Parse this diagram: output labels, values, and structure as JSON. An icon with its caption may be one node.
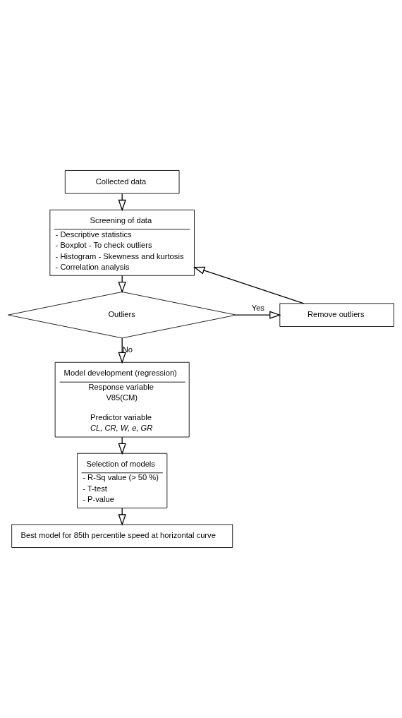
{
  "diagram": {
    "nodes": [
      {
        "text": [
          "Collected data"
        ]
      },
      {
        "text": [
          "Screening of data",
          "- Descriptive statistics",
          "- Boxplot - To check outliers",
          "- Histogram - Skewness and kurtosis",
          "- Correlation analysis"
        ]
      },
      {
        "text": [
          "Outliers"
        ]
      },
      {
        "text": [
          "Remove outliers"
        ]
      },
      {
        "text": [
          "Model development (regression)",
          "Response variable",
          "V85(CM)",
          "Predictor variable",
          "CL, CR, W, e, GR"
        ]
      },
      {
        "text": [
          "Selection of models",
          "- R-Sq value (> 50 %)",
          "- T-test",
          "- P-value"
        ]
      },
      {
        "text": [
          "Best model for 85th percentile speed at horizontal curve"
        ]
      }
    ],
    "edges": [
      {
        "from": 0,
        "to": 1,
        "arrow": "to"
      },
      {
        "from": 1,
        "to": 2,
        "arrow": "to"
      },
      {
        "from": 2,
        "to": 3,
        "arrow": "to",
        "label": "Yes"
      },
      {
        "from": 3,
        "to": 1,
        "arrow": "to"
      },
      {
        "from": 2,
        "to": 4,
        "arrow": "to",
        "label": "No"
      },
      {
        "from": 4,
        "to": 5,
        "arrow": "to"
      },
      {
        "from": 5,
        "to": 6,
        "arrow": "to"
      }
    ]
  }
}
